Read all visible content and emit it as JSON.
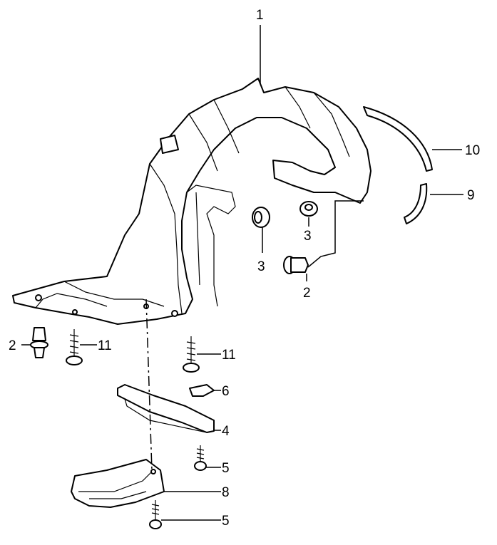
{
  "diagram": {
    "callouts": [
      {
        "id": "callout-1",
        "text": "1",
        "part": "fender-liner"
      },
      {
        "id": "callout-10",
        "text": "10",
        "part": "upper-molding-strip"
      },
      {
        "id": "callout-9",
        "text": "9",
        "part": "lower-molding-strip"
      },
      {
        "id": "callout-3a",
        "text": "3",
        "part": "grommet-nut"
      },
      {
        "id": "callout-3b",
        "text": "3",
        "part": "flange-nut"
      },
      {
        "id": "callout-2a",
        "text": "2",
        "part": "push-clip"
      },
      {
        "id": "callout-2b",
        "text": "2",
        "part": "push-clip"
      },
      {
        "id": "callout-11a",
        "text": "11",
        "part": "tapping-screw"
      },
      {
        "id": "callout-11b",
        "text": "11",
        "part": "tapping-screw"
      },
      {
        "id": "callout-6",
        "text": "6",
        "part": "clip"
      },
      {
        "id": "callout-4",
        "text": "4",
        "part": "bracket"
      },
      {
        "id": "callout-5a",
        "text": "5",
        "part": "screw"
      },
      {
        "id": "callout-8",
        "text": "8",
        "part": "splash-shield"
      },
      {
        "id": "callout-5b",
        "text": "5",
        "part": "screw"
      }
    ]
  }
}
